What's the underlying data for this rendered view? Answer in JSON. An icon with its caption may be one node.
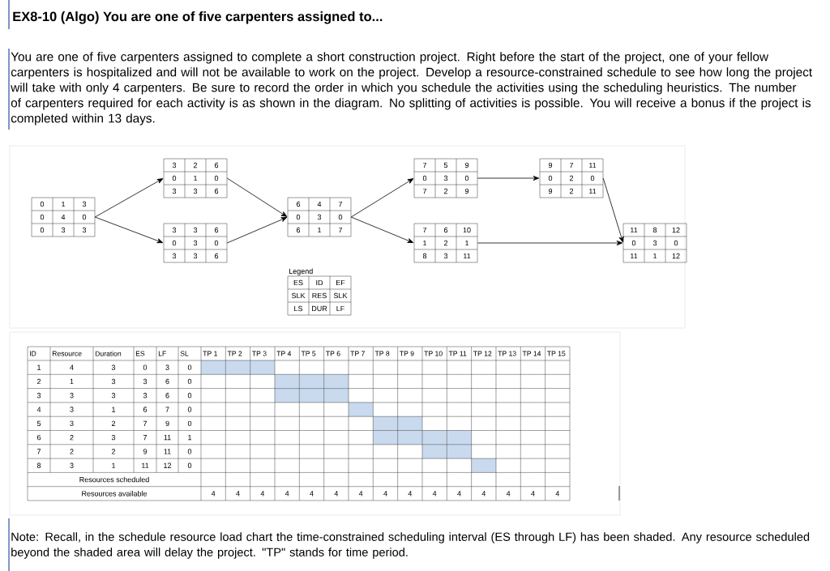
{
  "diagram": {
    "title": "EX8-10 (Algo) You are one of five carpenters assigned to...",
    "caption": "Note: Recall, in the schedule resource load chart the time-constrained scheduling interval (ES through LF) has been shaded. Any resource scheduled beyond the shaded area will delay the project. \"TP\" stands for time period.",
    "nodes": [
      {
        "text": [
          "0",
          "1",
          "3",
          "0",
          "4",
          "0",
          "0",
          "3",
          "3"
        ]
      },
      {
        "text": [
          "3",
          "2",
          "6",
          "0",
          "1",
          "0",
          "3",
          "3",
          "6"
        ]
      },
      {
        "text": [
          "3",
          "3",
          "6",
          "0",
          "3",
          "0",
          "3",
          "3",
          "6"
        ]
      },
      {
        "text": [
          "6",
          "4",
          "7",
          "0",
          "3",
          "0",
          "6",
          "1",
          "7"
        ]
      },
      {
        "text": [
          "7",
          "5",
          "9",
          "0",
          "3",
          "0",
          "7",
          "2",
          "9"
        ]
      },
      {
        "text": [
          "7",
          "6",
          "10",
          "1",
          "2",
          "1",
          "8",
          "3",
          "11"
        ]
      },
      {
        "text": [
          "9",
          "7",
          "11",
          "0",
          "2",
          "0",
          "9",
          "2",
          "11"
        ]
      },
      {
        "text": [
          "11",
          "8",
          "12",
          "0",
          "3",
          "0",
          "11",
          "1",
          "12"
        ]
      },
      {
        "text": [
          "Legend",
          "ES",
          "ID",
          "EF",
          "SLK",
          "RES",
          "SLK",
          "LS",
          "DUR",
          "LF"
        ]
      }
    ],
    "edges": [
      {
        "from": 0,
        "to": 1,
        "arrow": "to"
      },
      {
        "from": 0,
        "to": 2,
        "arrow": "to"
      },
      {
        "from": 1,
        "to": 3,
        "arrow": "to"
      },
      {
        "from": 2,
        "to": 3,
        "arrow": "to"
      },
      {
        "from": 3,
        "to": 4,
        "arrow": "to"
      },
      {
        "from": 3,
        "to": 5,
        "arrow": "to"
      },
      {
        "from": 4,
        "to": 6,
        "arrow": "to"
      },
      {
        "from": 6,
        "to": 7,
        "arrow": "to"
      },
      {
        "from": 5,
        "to": 7,
        "arrow": "to"
      }
    ],
    "labels": [
      "You are one of five carpenters assigned to complete a short construction project. Right before the start of the project, one of your fellow carpenters is hospitalized and will not be available to work on the project. Develop a resource-constrained schedule to see how long the project will take with only 4 carpenters. Be sure to record the order in which you schedule the activities using the scheduling heuristics. The number of carpenters required for each activity is as shown in the diagram. No splitting of activities is possible. You will receive a bonus if the project is completed within 13 days.",
      "ID",
      "Resource",
      "Duration",
      "ES",
      "LF",
      "SL",
      "TP 1",
      "TP 2",
      "TP 3",
      "TP 4",
      "TP 5",
      "TP 6",
      "TP 7",
      "TP 8",
      "TP 9",
      "TP 10",
      "TP 11",
      "TP 12",
      "TP 13",
      "TP 14",
      "TP 15",
      "1",
      "4",
      "3",
      "0",
      "3",
      "0",
      "2",
      "1",
      "3",
      "3",
      "6",
      "0",
      "3",
      "3",
      "3",
      "3",
      "6",
      "0",
      "4",
      "3",
      "1",
      "6",
      "7",
      "0",
      "5",
      "3",
      "2",
      "7",
      "9",
      "0",
      "6",
      "2",
      "3",
      "7",
      "11",
      "1",
      "7",
      "2",
      "2",
      "9",
      "11",
      "0",
      "8",
      "3",
      "1",
      "11",
      "12",
      "0",
      "Resources scheduled",
      "Resources available",
      "4",
      "4",
      "4",
      "4",
      "4",
      "4",
      "4",
      "4",
      "4",
      "4",
      "4",
      "4",
      "4",
      "4",
      "4"
    ]
  }
}
